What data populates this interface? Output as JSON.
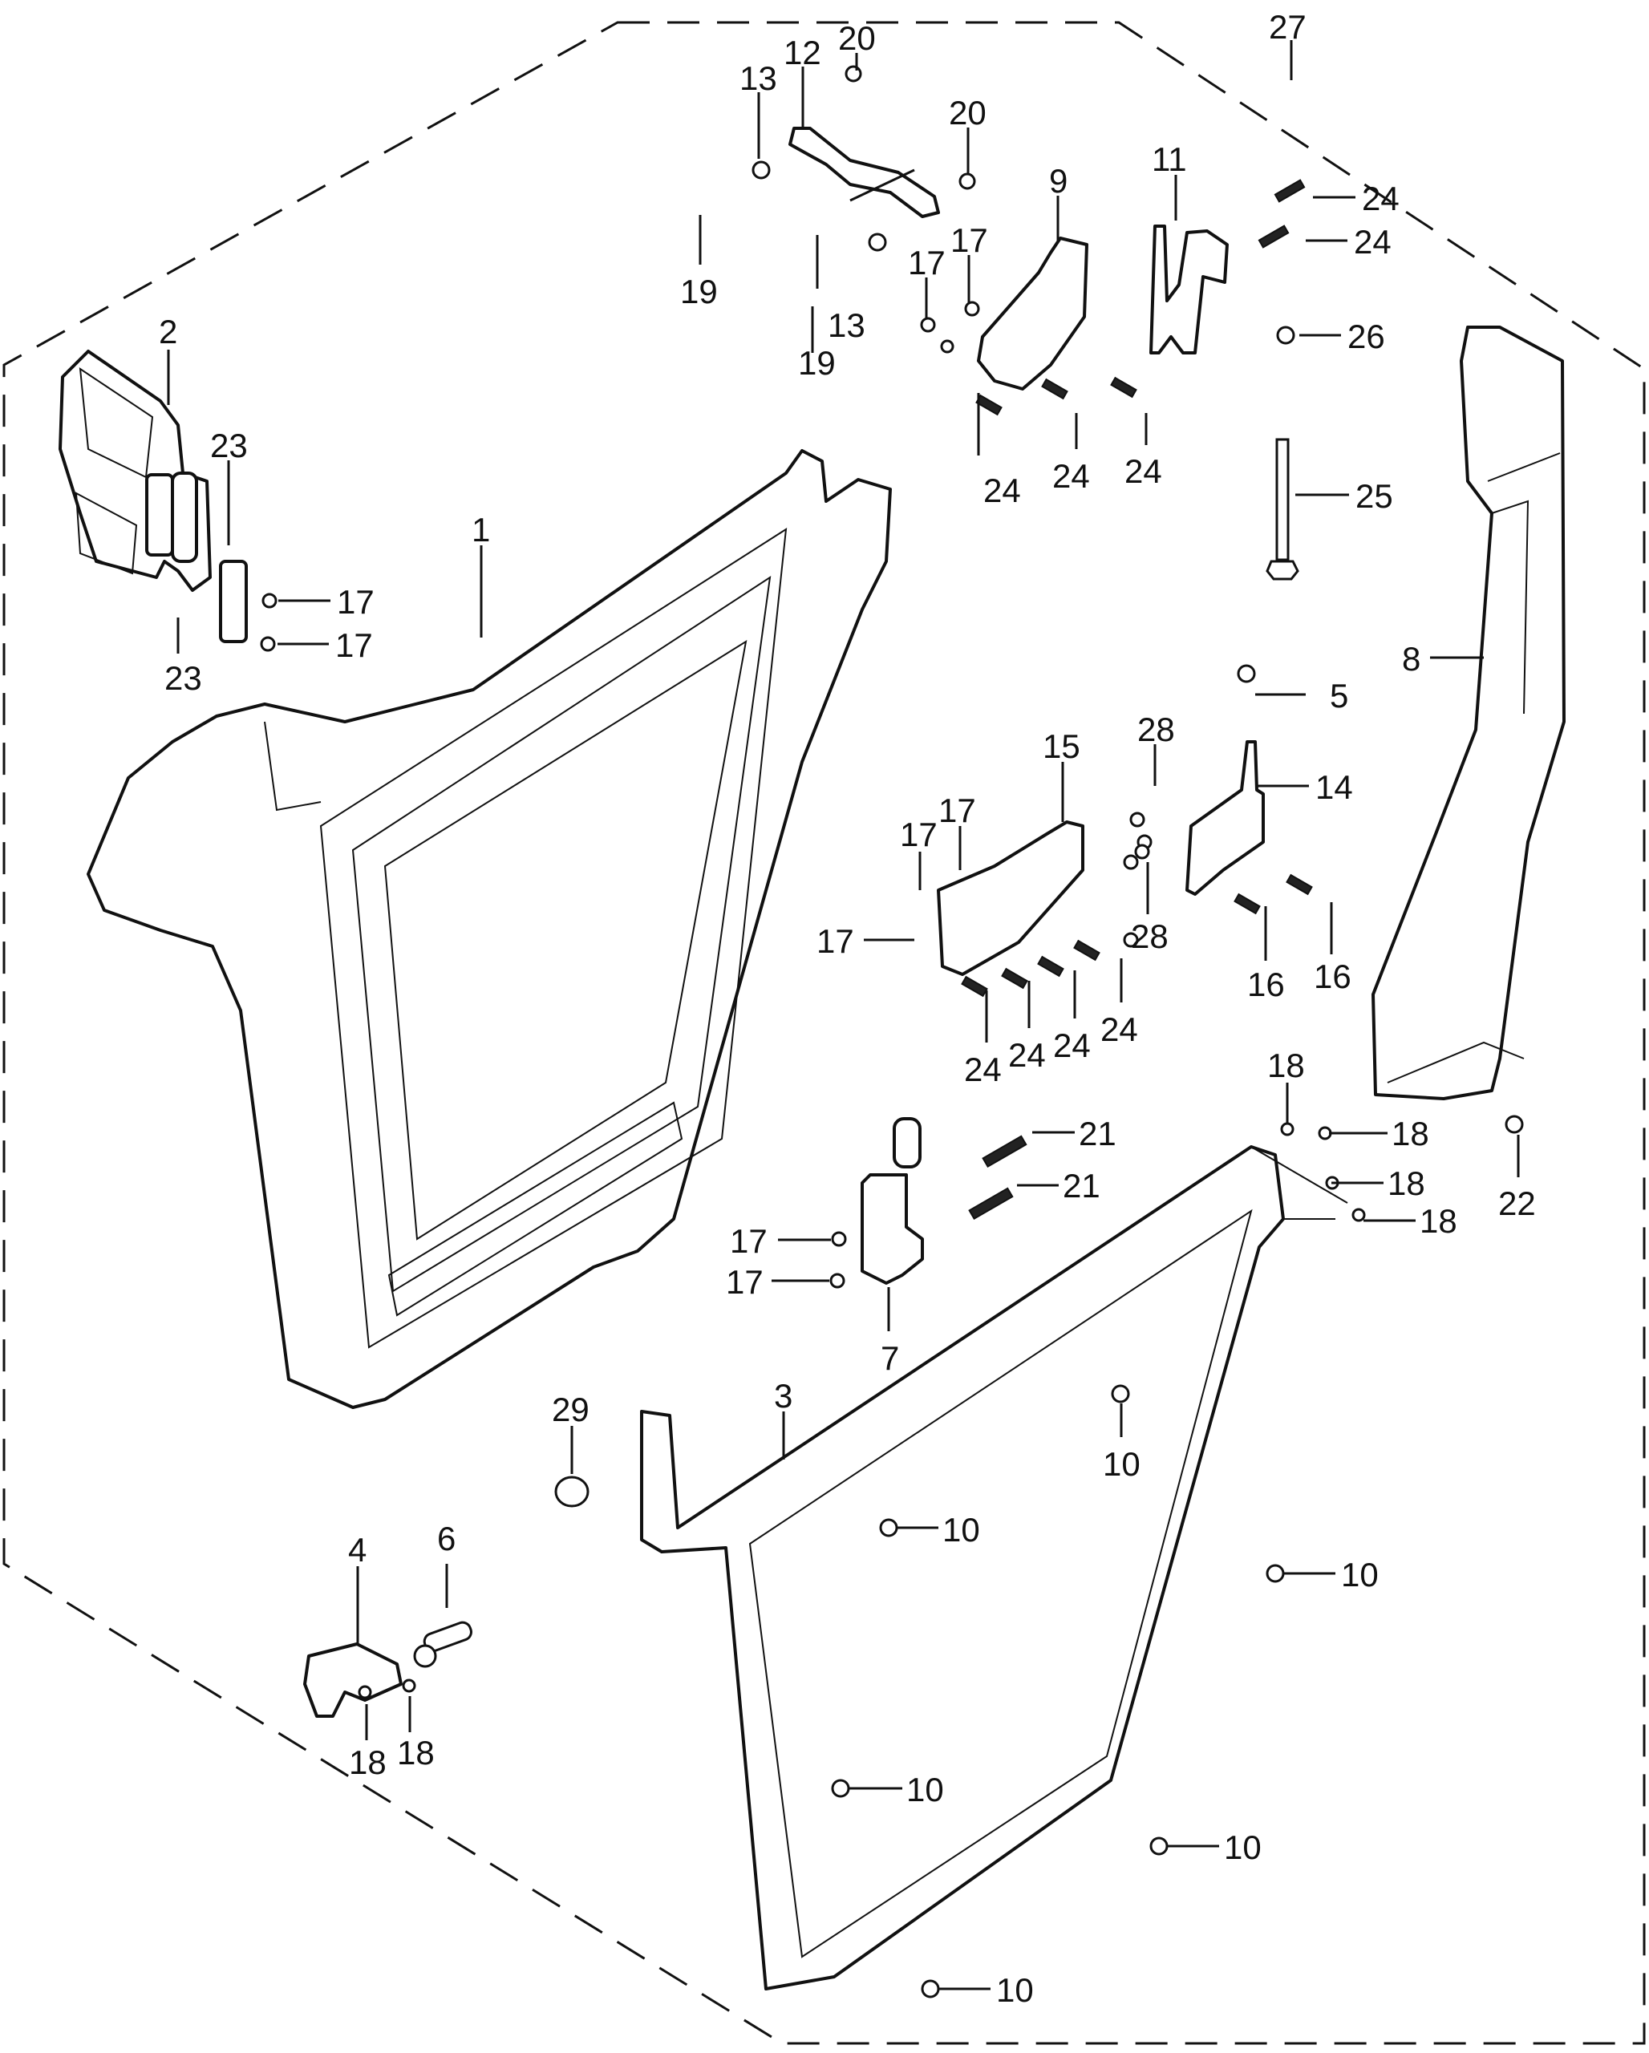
{
  "diagram": {
    "title": "Door assembly exploded parts view",
    "kit_reference": "27",
    "callouts": [
      {
        "label": "1",
        "part": "door-panel"
      },
      {
        "label": "2",
        "part": "mirror"
      },
      {
        "label": "3",
        "part": "door-frame"
      },
      {
        "label": "4",
        "part": "striker-plate"
      },
      {
        "label": "5",
        "part": "flange-nut"
      },
      {
        "label": "6",
        "part": "striker-pin"
      },
      {
        "label": "7",
        "part": "latch"
      },
      {
        "label": "8",
        "part": "door-post"
      },
      {
        "label": "9",
        "part": "upper-hinge-bracket"
      },
      {
        "label": "10",
        "part": "rivet"
      },
      {
        "label": "11",
        "part": "upper-hinge-pin-bracket"
      },
      {
        "label": "12",
        "part": "check-strap"
      },
      {
        "label": "13",
        "part": "shoulder-washer"
      },
      {
        "label": "14",
        "part": "lower-hinge-pin-bracket"
      },
      {
        "label": "15",
        "part": "lower-hinge-bracket"
      },
      {
        "label": "16",
        "part": "bolt"
      },
      {
        "label": "17",
        "part": "nut"
      },
      {
        "label": "18",
        "part": "screw"
      },
      {
        "label": "19",
        "part": "bolt"
      },
      {
        "label": "20",
        "part": "nut"
      },
      {
        "label": "21",
        "part": "bolt"
      },
      {
        "label": "22",
        "part": "rivet"
      },
      {
        "label": "23",
        "part": "screw"
      },
      {
        "label": "24",
        "part": "bolt"
      },
      {
        "label": "25",
        "part": "long-bolt"
      },
      {
        "label": "26",
        "part": "nut"
      },
      {
        "label": "27",
        "part": "door-kit"
      },
      {
        "label": "28",
        "part": "washer"
      },
      {
        "label": "29",
        "part": "plug"
      }
    ],
    "labels": [
      {
        "id": "c27",
        "text": "27"
      },
      {
        "id": "c20a",
        "text": "20"
      },
      {
        "id": "c12",
        "text": "12"
      },
      {
        "id": "c13a",
        "text": "13"
      },
      {
        "id": "c20b",
        "text": "20"
      },
      {
        "id": "c19a",
        "text": "19"
      },
      {
        "id": "c13b",
        "text": "13"
      },
      {
        "id": "c19b",
        "text": "19"
      },
      {
        "id": "c9",
        "text": "9"
      },
      {
        "id": "c17a",
        "text": "17"
      },
      {
        "id": "c17b",
        "text": "17"
      },
      {
        "id": "c24a",
        "text": "24"
      },
      {
        "id": "c24b",
        "text": "24"
      },
      {
        "id": "c24c",
        "text": "24"
      },
      {
        "id": "c11",
        "text": "11"
      },
      {
        "id": "c24d",
        "text": "24"
      },
      {
        "id": "c24e",
        "text": "24"
      },
      {
        "id": "c26",
        "text": "26"
      },
      {
        "id": "c25",
        "text": "25"
      },
      {
        "id": "c2",
        "text": "2"
      },
      {
        "id": "c23a",
        "text": "23"
      },
      {
        "id": "c17c",
        "text": "17"
      },
      {
        "id": "c17d",
        "text": "17"
      },
      {
        "id": "c23b",
        "text": "23"
      },
      {
        "id": "c1",
        "text": "1"
      },
      {
        "id": "c8",
        "text": "8"
      },
      {
        "id": "c5",
        "text": "5"
      },
      {
        "id": "c28a",
        "text": "28"
      },
      {
        "id": "c14",
        "text": "14"
      },
      {
        "id": "c28b",
        "text": "28"
      },
      {
        "id": "c16a",
        "text": "16"
      },
      {
        "id": "c16b",
        "text": "16"
      },
      {
        "id": "c15",
        "text": "15"
      },
      {
        "id": "c17e",
        "text": "17"
      },
      {
        "id": "c17f",
        "text": "17"
      },
      {
        "id": "c17g",
        "text": "17"
      },
      {
        "id": "c24f",
        "text": "24"
      },
      {
        "id": "c24g",
        "text": "24"
      },
      {
        "id": "c24h",
        "text": "24"
      },
      {
        "id": "c24i",
        "text": "24"
      },
      {
        "id": "c18a",
        "text": "18"
      },
      {
        "id": "c18b",
        "text": "18"
      },
      {
        "id": "c18c",
        "text": "18"
      },
      {
        "id": "c18d",
        "text": "18"
      },
      {
        "id": "c22",
        "text": "22"
      },
      {
        "id": "c21a",
        "text": "21"
      },
      {
        "id": "c21b",
        "text": "21"
      },
      {
        "id": "c17h",
        "text": "17"
      },
      {
        "id": "c17i",
        "text": "17"
      },
      {
        "id": "c7",
        "text": "7"
      },
      {
        "id": "c29",
        "text": "29"
      },
      {
        "id": "c3",
        "text": "3"
      },
      {
        "id": "c10a",
        "text": "10"
      },
      {
        "id": "c10b",
        "text": "10"
      },
      {
        "id": "c10c",
        "text": "10"
      },
      {
        "id": "c10d",
        "text": "10"
      },
      {
        "id": "c10e",
        "text": "10"
      },
      {
        "id": "c10f",
        "text": "10"
      },
      {
        "id": "c4",
        "text": "4"
      },
      {
        "id": "c6",
        "text": "6"
      },
      {
        "id": "c18e",
        "text": "18"
      },
      {
        "id": "c18f",
        "text": "18"
      }
    ]
  }
}
